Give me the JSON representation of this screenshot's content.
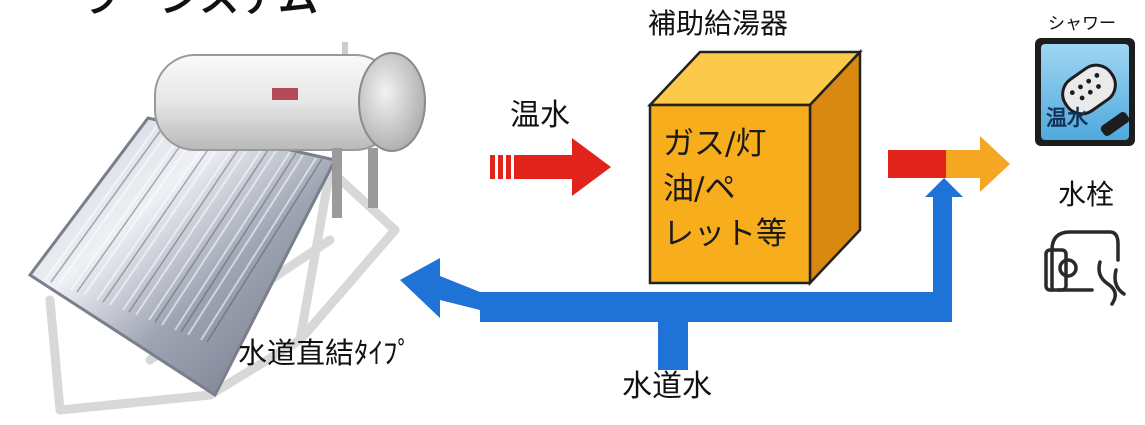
{
  "title_partial": "ーラーシステム",
  "auxiliary_heater": {
    "title": "補助給湯器",
    "fuel_lines": [
      "ガス/灯",
      "油/ペ",
      "レット等"
    ]
  },
  "hot_water_label": "温水",
  "shower": {
    "label": "シャワー",
    "icon_text": "温水"
  },
  "faucet_label": "水栓",
  "type_label": "水道直結ﾀｲﾌﾟ",
  "tap_water_label": "水道水",
  "colors": {
    "hot_arrow": "#e0231b",
    "warm_arrow": "#f5a623",
    "cold_arrow": "#1f72d6",
    "box_front": "#f7ad1c",
    "box_top": "#fcc94a",
    "box_side": "#d9890f"
  }
}
